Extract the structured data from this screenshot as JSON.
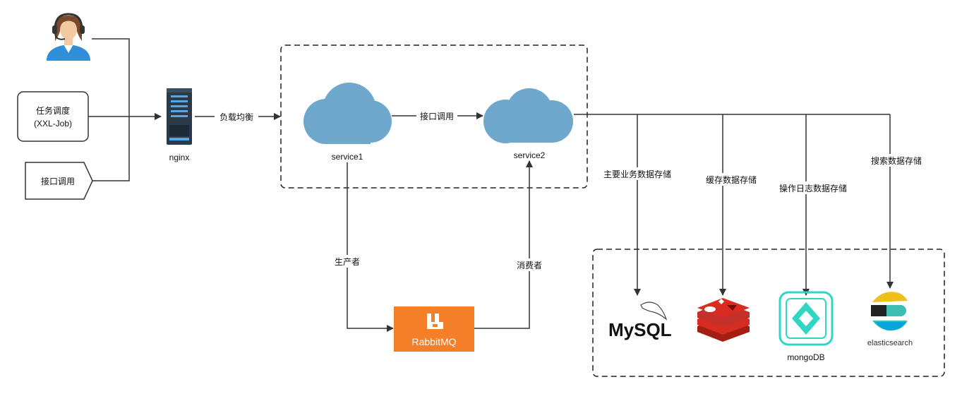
{
  "inputs": {
    "task_label_line1": "任务调度",
    "task_label_line2": "(XXL-Job)",
    "api_call_label": "接口调用"
  },
  "nginx": {
    "label": "nginx",
    "edge_label": "负载均衡"
  },
  "services": {
    "service1": "service1",
    "service2": "service2",
    "call_label": "接口调用"
  },
  "mq": {
    "label": "RabbitMQ",
    "producer_label": "生产者",
    "consumer_label": "消费者",
    "color": "#f47f28"
  },
  "storage": {
    "mysql_edge": "主要业务数据存储",
    "redis_edge": "缓存数据存储",
    "mongo_edge": "操作日志数据存储",
    "es_edge": "搜索数据存储",
    "mysql_logo": "MySQL",
    "mongo_label": "mongoDB",
    "es_logo": "elasticsearch"
  },
  "colors": {
    "cloud": "#6fa8cd",
    "redis": "#d82c20",
    "mongo": "#2fd6c4",
    "server": "#2b3a48"
  }
}
